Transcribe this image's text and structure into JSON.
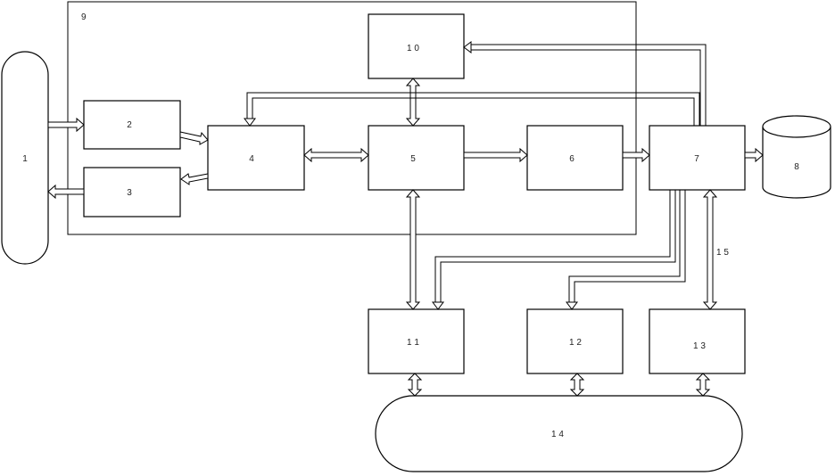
{
  "diagram": {
    "colors": {
      "stroke": "#000000",
      "background": "#ffffff"
    },
    "labels": {
      "n1": "1",
      "n2": "2",
      "n3": "3",
      "n4": "4",
      "n5": "5",
      "n6": "6",
      "n7": "7",
      "n8": "8",
      "n9": "9",
      "n10": "1 0",
      "n11": "1 1",
      "n12": "1 2",
      "n13": "1 3",
      "n14": "1 4",
      "n15": "1 5"
    }
  }
}
